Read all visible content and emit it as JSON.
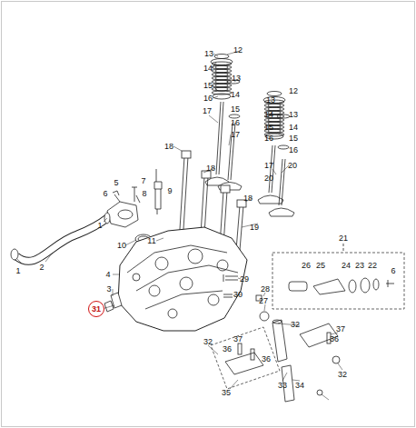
{
  "diagram": {
    "nodes": [
      {
        "text": [
          "31"
        ]
      }
    ],
    "labels": [
      "12",
      "13",
      "14",
      "13",
      "15",
      "16",
      "12",
      "14",
      "13",
      "15",
      "16",
      "17",
      "14",
      "13",
      "15",
      "16",
      "14",
      "15",
      "16",
      "17",
      "17",
      "20",
      "20",
      "18",
      "18",
      "18",
      "19",
      "5",
      "7",
      "6",
      "8",
      "9",
      "1",
      "10",
      "11",
      "1",
      "2",
      "4",
      "3",
      "21",
      "26",
      "25",
      "24",
      "23",
      "22",
      "6",
      "29",
      "30",
      "28",
      "27",
      "32",
      "37",
      "36",
      "32",
      "37",
      "36",
      "36",
      "35",
      "33",
      "34",
      "32"
    ]
  }
}
